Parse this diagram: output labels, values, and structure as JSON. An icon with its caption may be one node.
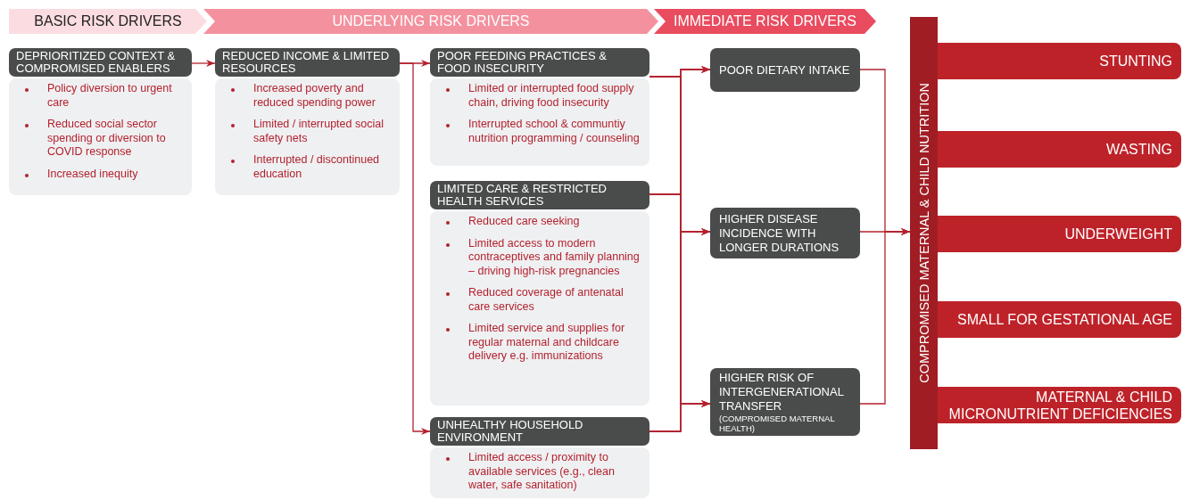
{
  "diagram": {
    "nodes": [
      {
        "text": [
          "BASIC RISK DRIVERS"
        ]
      },
      {
        "text": [
          "UNDERLYING RISK DRIVERS"
        ]
      },
      {
        "text": [
          "IMMEDIATE RISK DRIVERS"
        ]
      },
      {
        "text": [
          "DEPRIORITIZED CONTEXT & COMPROMISED ENABLERS",
          "Policy diversion to urgent care",
          "Reduced social sector spending or diversion to COVID response",
          "Increased inequity"
        ]
      },
      {
        "text": [
          "REDUCED INCOME & LIMITED RESOURCES",
          "Increased poverty and reduced spending power",
          "Limited / interrupted social safety nets",
          "Interrupted / discontinued education"
        ]
      },
      {
        "text": [
          "POOR FEEDING PRACTICES & FOOD INSECURITY",
          "Limited or interrupted food supply chain, driving food insecurity",
          "Interrupted school & communtiy nutrition programming / counseling"
        ]
      },
      {
        "text": [
          "LIMITED CARE & RESTRICTED HEALTH SERVICES",
          "Reduced care seeking",
          "Limited access to modern contraceptives and family planning – driving high-risk pregnancies",
          "Reduced coverage of antenatal care services",
          "Limited service and supplies for regular maternal and childcare delivery e.g. immunizations"
        ]
      },
      {
        "text": [
          "UNHEALTHY HOUSEHOLD ENVIRONMENT",
          "Limited access / proximity to available services (e.g., clean water, safe sanitation)"
        ]
      },
      {
        "text": [
          "POOR DIETARY INTAKE"
        ]
      },
      {
        "text": [
          "HIGHER DISEASE INCIDENCE WITH LONGER DURATIONS"
        ]
      },
      {
        "text": [
          "HIGHER RISK OF INTERGENERATIONAL TRANSFER",
          "(COMPROMISED MATERNAL HEALTH)"
        ]
      },
      {
        "text": [
          "COMPROMISED MATERNAL & CHILD NUTRITION"
        ]
      },
      {
        "text": [
          "STUNTING"
        ]
      },
      {
        "text": [
          "WASTING"
        ]
      },
      {
        "text": [
          "UNDERWEIGHT"
        ]
      },
      {
        "text": [
          "SMALL FOR GESTATIONAL AGE"
        ]
      },
      {
        "text": [
          "MATERNAL & CHILD MICRONUTRIENT DEFICIENCIES"
        ]
      }
    ],
    "edges": [
      {
        "from": 3,
        "to": 4,
        "arrow": "to"
      },
      {
        "from": 4,
        "to": 5,
        "arrow": "to"
      },
      {
        "from": 4,
        "to": 7,
        "arrow": "to"
      },
      {
        "from": 5,
        "to": 8,
        "arrow": "to"
      },
      {
        "from": 5,
        "to": 9,
        "arrow": "to"
      },
      {
        "from": 5,
        "to": 10,
        "arrow": "to"
      },
      {
        "from": 6,
        "to": 8,
        "arrow": "to"
      },
      {
        "from": 6,
        "to": 9,
        "arrow": "to"
      },
      {
        "from": 6,
        "to": 10,
        "arrow": "to"
      },
      {
        "from": 7,
        "to": 8,
        "arrow": "to"
      },
      {
        "from": 7,
        "to": 9,
        "arrow": "to"
      },
      {
        "from": 7,
        "to": 10,
        "arrow": "to"
      },
      {
        "from": 8,
        "to": 11,
        "arrow": "to"
      },
      {
        "from": 9,
        "to": 11,
        "arrow": "to"
      },
      {
        "from": 10,
        "to": 11,
        "arrow": "to"
      }
    ]
  }
}
